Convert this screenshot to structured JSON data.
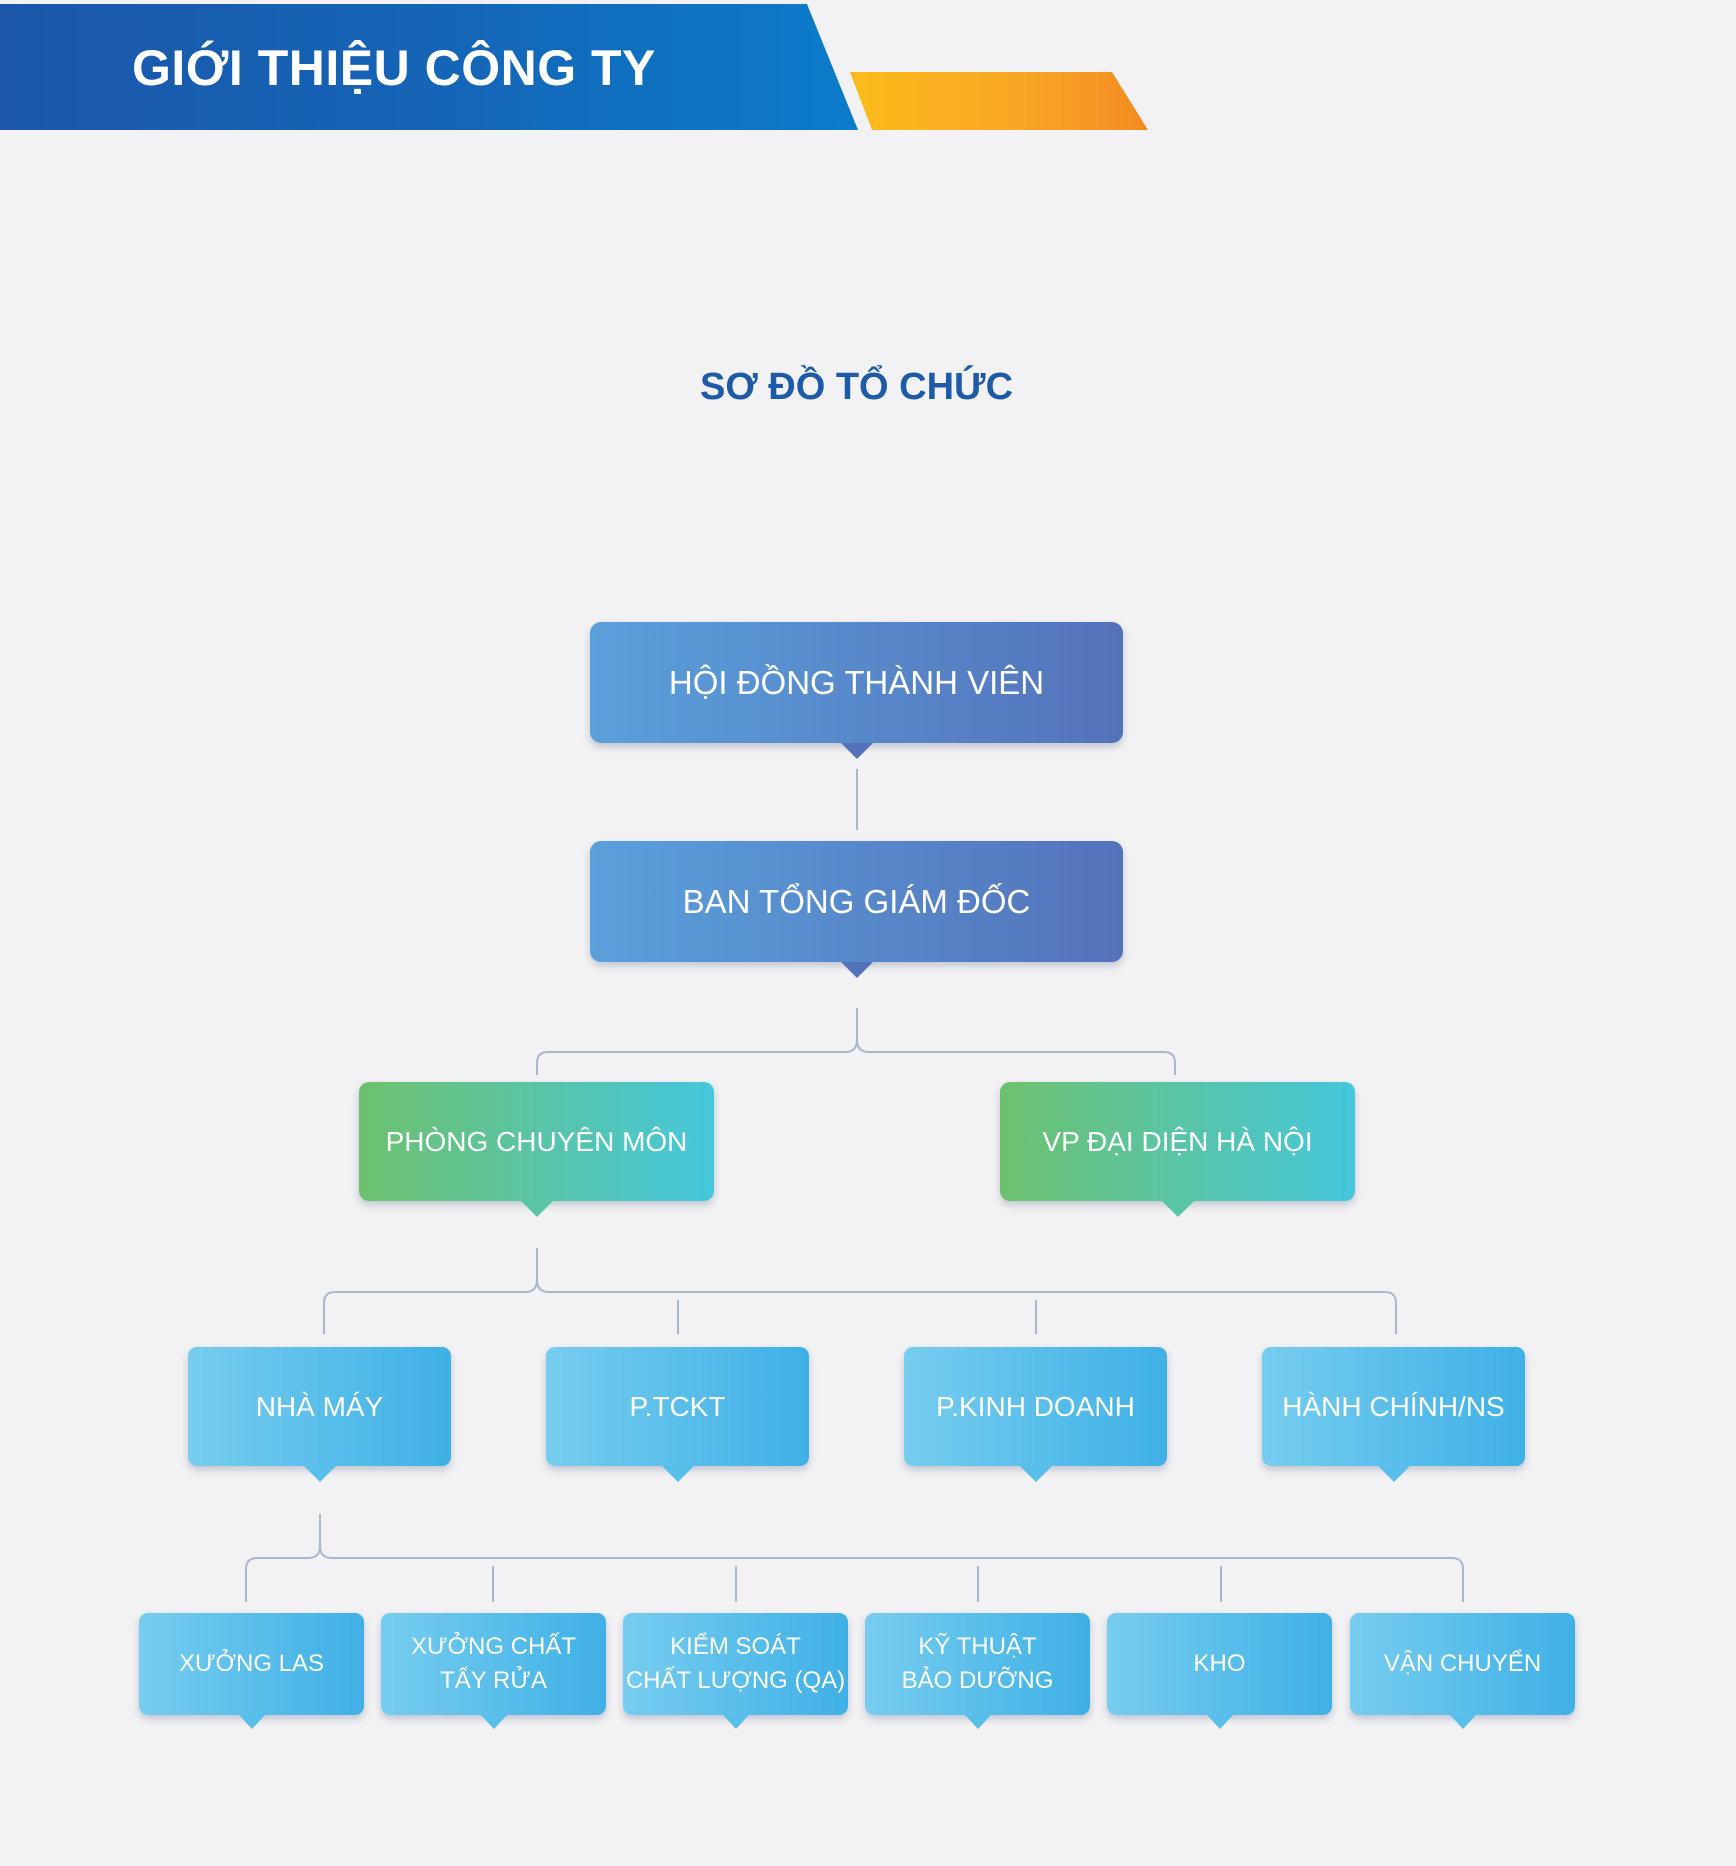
{
  "header": {
    "title": "GIỚI THIỆU CÔNG TY"
  },
  "diagram": {
    "title": "SƠ ĐỒ TỔ CHỨC",
    "colors": {
      "connector": "#a9b6cf",
      "level1": [
        "#5aa0db",
        "#5472ba"
      ],
      "level2": [
        "#6dc16e",
        "#45c7dc"
      ],
      "level3": [
        "#76cdef",
        "#3fb0e6"
      ]
    },
    "nodes": {
      "board": "HỘI ĐỒNG THÀNH VIÊN",
      "directors": "BAN TỔNG GIÁM ĐỐC",
      "departments": "PHÒNG CHUYÊN MÔN",
      "hanoi_office": "VP ĐẠI DIỆN HÀ NỘI",
      "factory": "NHÀ MÁY",
      "finance": "P.TCKT",
      "sales": "P.KINH DOANH",
      "admin_hr": "HÀNH CHÍNH/NS",
      "las_workshop": "XƯỞNG LAS",
      "detergent_workshop": [
        "XƯỞNG CHẤT",
        "TẨY RỬA"
      ],
      "quality_control": [
        "KIỂM SOÁT",
        "CHẤT LƯỢNG (QA)"
      ],
      "maintenance": [
        "KỸ THUẬT",
        "BẢO DƯỠNG"
      ],
      "warehouse": "KHO",
      "transport": "VẬN CHUYỂN"
    }
  }
}
